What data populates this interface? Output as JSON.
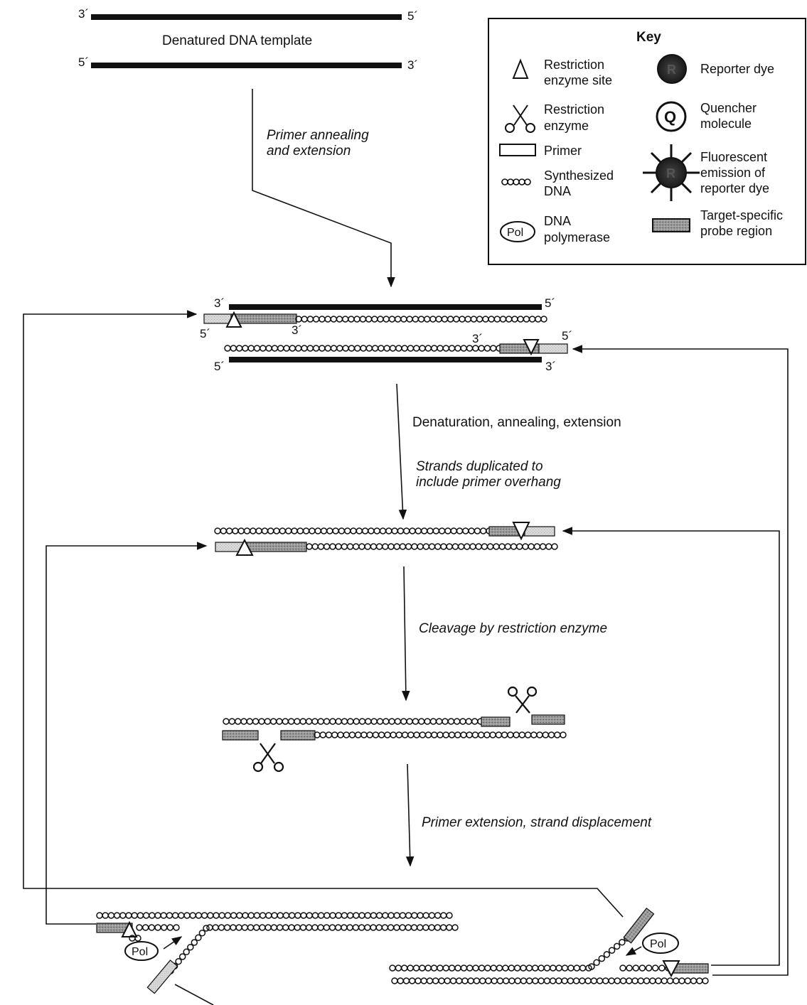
{
  "template": {
    "label": "Denatured DNA template",
    "top_left_end": "3´",
    "top_right_end": "5´",
    "bottom_left_end": "5´",
    "bottom_right_end": "3´"
  },
  "key": {
    "title": "Key",
    "items": [
      {
        "label": [
          "Restriction",
          "enzyme site"
        ],
        "icon": "triangle-icon"
      },
      {
        "label": [
          "Restriction",
          "enzyme"
        ],
        "icon": "scissors-icon"
      },
      {
        "label": [
          "Primer"
        ],
        "icon": "primer-rect-icon"
      },
      {
        "label": [
          "Synthesized",
          "DNA"
        ],
        "icon": "circles-chain-icon"
      },
      {
        "label": [
          "DNA",
          "polymerase"
        ],
        "icon": "pol-ellipse-icon",
        "icon_text": "Pol"
      },
      {
        "label": [
          "Reporter dye"
        ],
        "icon": "reporter-dye-icon",
        "icon_text": "R"
      },
      {
        "label": [
          "Quencher",
          "molecule"
        ],
        "icon": "quencher-icon",
        "icon_text": "Q"
      },
      {
        "label": [
          "Fluorescent",
          "emission of",
          "reporter dye"
        ],
        "icon": "fluorescent-emission-icon",
        "icon_text": "R"
      },
      {
        "label": [
          "Target-specific",
          "probe region"
        ],
        "icon": "probe-region-icon"
      }
    ]
  },
  "steps": {
    "step1": [
      "Primer annealing",
      "and extension"
    ],
    "step2": "Denaturation, annealing, extension",
    "step2_note": [
      "Strands duplicated to",
      "include primer overhang"
    ],
    "step3": "Cleavage by restriction enzyme",
    "step4": "Primer extension, strand displacement"
  },
  "stage1_ends": {
    "top_left_3": "3´",
    "top_right_5": "5´",
    "primer_5": "5´",
    "primer_3": "3´",
    "lower_3": "3´",
    "lower_5": "5´",
    "bottom_5": "5´",
    "bottom_3": "3´"
  },
  "pol_label": "Pol"
}
